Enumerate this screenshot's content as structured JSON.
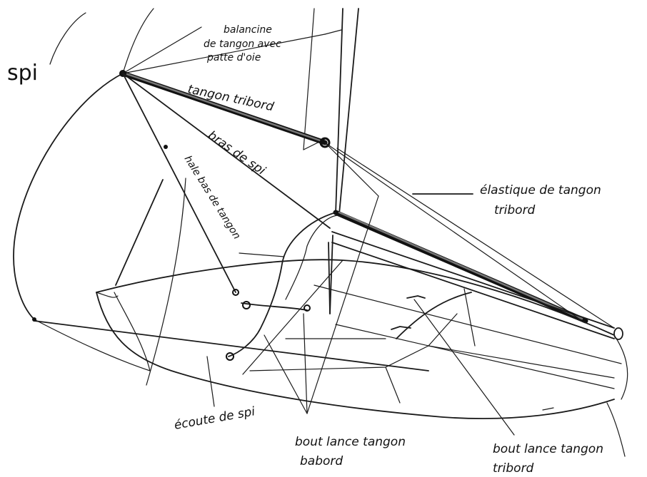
{
  "labels": {
    "spi": "spi",
    "balancine": "balancine",
    "balancine_line2": "de tangon avec",
    "balancine_line3": "patte d'oie",
    "tangon_tribord": "tangon tribord",
    "bras_de_spi": "bras de spi",
    "hale_bas": "hale bas de tangon",
    "elastique": "élastique de tangon",
    "elastique_line2": "tribord",
    "ecoute": "écoute de spi",
    "bout_babord_line1": "bout lance tangon",
    "bout_babord_line2": "babord",
    "bout_tribord_line1": "bout lance tangon",
    "bout_tribord_line2": "tribord"
  },
  "colors": {
    "ink": "#1a1a1a",
    "paper": "#ffffff"
  }
}
